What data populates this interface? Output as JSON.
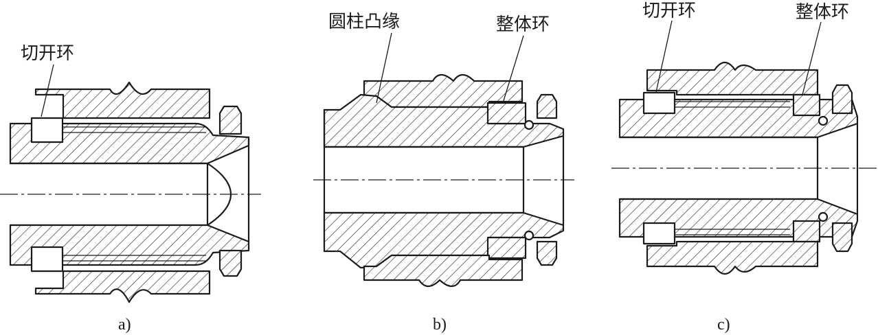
{
  "figure": {
    "panel_a": {
      "caption": "a)",
      "label_split_ring": "切开环"
    },
    "panel_b": {
      "caption": "b)",
      "label_cylindrical_flange": "圆柱凸缘",
      "label_solid_ring": "整体环"
    },
    "panel_c": {
      "caption": "c)",
      "label_split_ring": "切开环",
      "label_solid_ring": "整体环"
    }
  }
}
